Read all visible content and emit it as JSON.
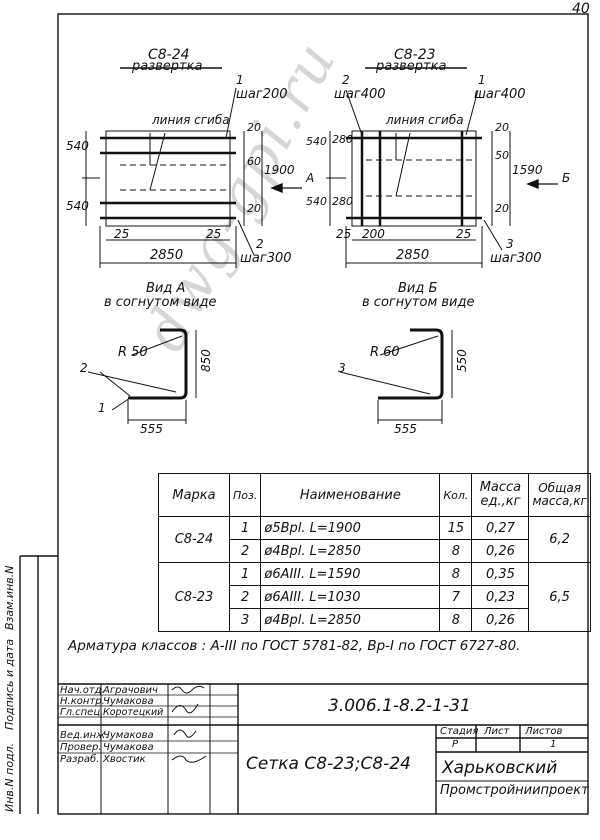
{
  "page_number": "40",
  "drawing_left": {
    "title": "С8-24",
    "subtitle": "развертка",
    "callout_1": "1",
    "step_1": "шаг200",
    "callout_2": "2",
    "step_2": "шаг300",
    "bend_line": "линия сгиба",
    "dims": {
      "d540a": "540",
      "d540b": "540",
      "d20a": "20",
      "d60": "60",
      "d20b": "20",
      "d1900": "1900",
      "d25a": "25",
      "d25b": "25",
      "d2850": "2850"
    },
    "view_arrow": "А"
  },
  "drawing_right": {
    "title": "С8-23",
    "subtitle": "развертка",
    "callout_2": "2",
    "step_2": "шаг400",
    "callout_1": "1",
    "step_1": "шаг400",
    "callout_3": "3",
    "step_3": "шаг300",
    "bend_line": "линия сгиба",
    "dims": {
      "d540a": "540",
      "d280a": "280",
      "d540b": "540",
      "d280b": "280",
      "d20a": "20",
      "d50": "50",
      "d20b": "20",
      "d1590": "1590",
      "d25": "25",
      "d200": "200",
      "d25b": "25",
      "d2850": "2850"
    },
    "view_arrow": "Б"
  },
  "view_a": {
    "title": "Вид А",
    "subtitle": "в согнутом виде",
    "radius": "R 50",
    "height": "850",
    "width": "555",
    "callout_2": "2",
    "callout_1": "1"
  },
  "view_b": {
    "title": "Вид Б",
    "subtitle": "в согнутом виде",
    "radius": "R 60",
    "height": "550",
    "width": "555",
    "callout_3": "3"
  },
  "spec_table": {
    "headers": {
      "mark": "Марка",
      "pos": "Поз.",
      "name": "Наименование",
      "qty": "Кол.",
      "mass_unit": "Масса ед.,кг",
      "mass_total": "Общая масса,кг"
    },
    "groups": [
      {
        "mark": "С8-24",
        "total": "6,2",
        "rows": [
          {
            "pos": "1",
            "name": "ø5Bpl.  L=1900",
            "qty": "15",
            "mass": "0,27"
          },
          {
            "pos": "2",
            "name": "ø4Bpl.  L=2850",
            "qty": "8",
            "mass": "0,26"
          }
        ]
      },
      {
        "mark": "С8-23",
        "total": "6,5",
        "rows": [
          {
            "pos": "1",
            "name": "ø6AIII.  L=1590",
            "qty": "8",
            "mass": "0,35"
          },
          {
            "pos": "2",
            "name": "ø6AIII.  L=1030",
            "qty": "7",
            "mass": "0,23"
          },
          {
            "pos": "3",
            "name": "ø4Bpl.  L=2850",
            "qty": "8",
            "mass": "0,26"
          }
        ]
      }
    ]
  },
  "note": "Арматура классов : А-III по ГОСТ 5781-82, Вр-I по ГОСТ 6727-80.",
  "side_labels": [
    "Инв.N подл.",
    "Подпись и дата",
    "Взам.инв.N"
  ],
  "title_block": {
    "roles": [
      "Нач.отд.",
      "Н.контр.",
      "Гл.спец.",
      "Вед.инж.",
      "Провер.",
      "Разраб."
    ],
    "names": [
      "Аграчович",
      "Чумакова",
      "Коротецкий",
      "Чумакова",
      "Чумакова",
      "Хвостик"
    ],
    "doc_code": "3.006.1-8.2-1-31",
    "title": "Сетка С8-23;С8-24",
    "stage_label": "Стадия",
    "sheet_label": "Лист",
    "sheets_label": "Листов",
    "stage": "Р",
    "sheets": "1",
    "org_line1": "Харьковский",
    "org_line2": "Промстройниипроект"
  },
  "watermark": "dwg-gpi.ru"
}
